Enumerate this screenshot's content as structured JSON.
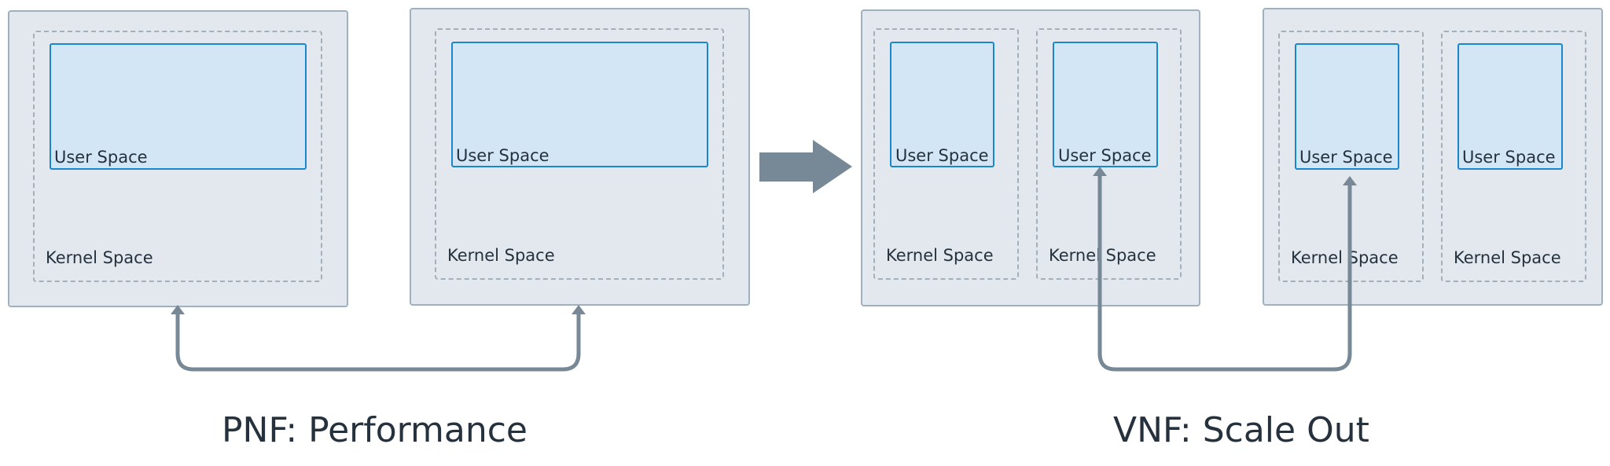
{
  "labels": {
    "user_space": "User Space",
    "kernel_space": "Kernel Space"
  },
  "captions": {
    "left": "PNF: Performance",
    "right": "VNF: Scale Out"
  },
  "colors": {
    "server_fill": "#e3e8ef",
    "server_border": "#9fb0bf",
    "user_fill": "#d2e6f6",
    "user_border": "#1a86cc",
    "connector": "#778896",
    "text": "#25323d"
  }
}
